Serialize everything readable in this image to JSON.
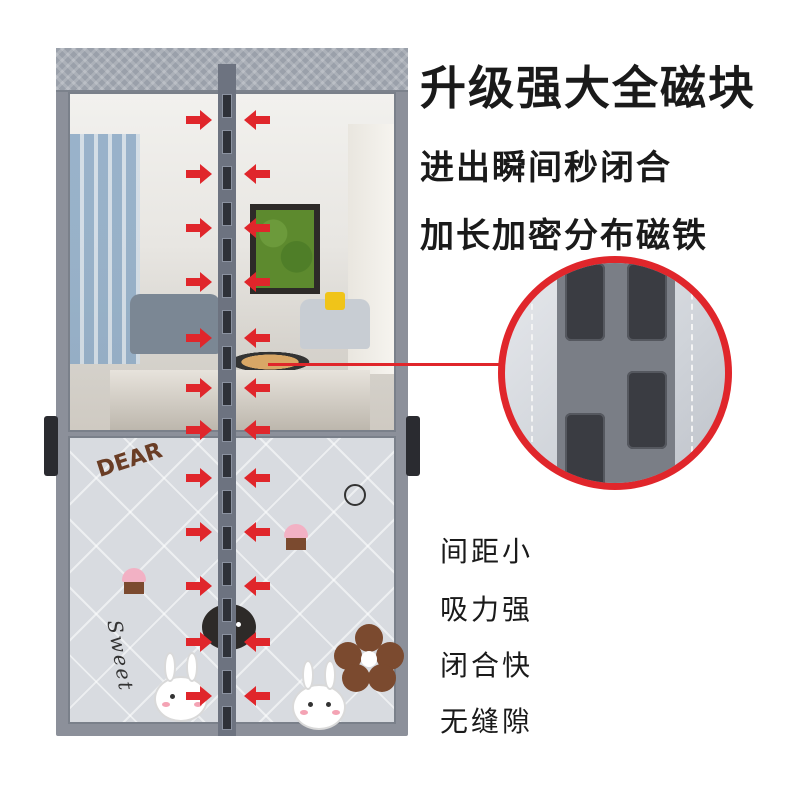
{
  "headline": "升级强大全磁块",
  "sublines": [
    "进出瞬间秒闭合",
    "加长加密分布磁铁"
  ],
  "features": [
    "间距小",
    "吸力强",
    "闭合快",
    "无缝隙"
  ],
  "curtain": {
    "print_text": "Sweet",
    "print_text2": "DEAR"
  },
  "icons": {
    "arrow": "red-arrow-icon",
    "magnifier": "zoom-circle"
  },
  "colors": {
    "accent": "#e0262b",
    "frame": "#8c909a",
    "text": "#1a1a1a"
  }
}
